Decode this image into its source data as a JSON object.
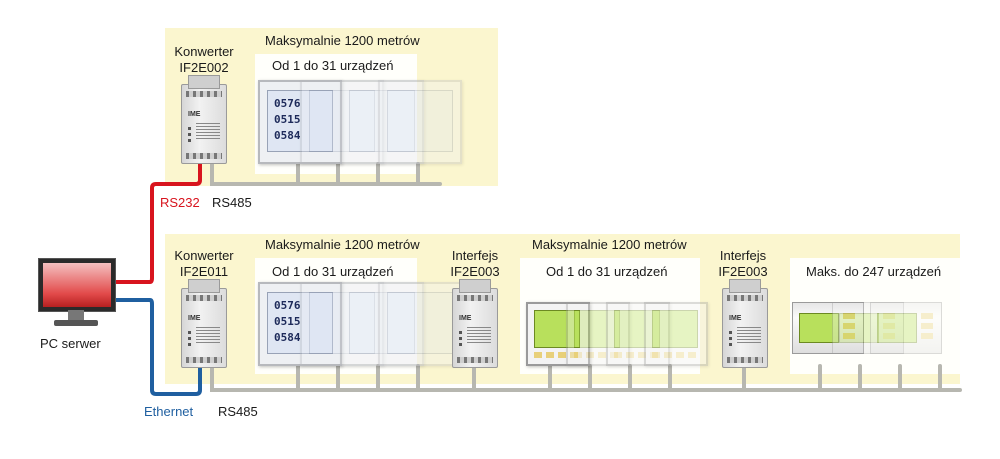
{
  "pc": {
    "label": "PC serwer"
  },
  "links": {
    "rs232": "RS232",
    "ethernet": "Ethernet"
  },
  "bus": {
    "top_label": "RS485",
    "bottom_label": "RS485"
  },
  "colors": {
    "rs232": "#d8141e",
    "ethernet": "#1f5fa0",
    "zone": "#fbf6cf",
    "cable": "#b7b7b0"
  },
  "top_row": {
    "zone_title": "Maksymalnie 1200 metrów",
    "converter": {
      "line1": "Konwerter",
      "line2": "IF2E002"
    },
    "devices_caption": "Od 1 do 31 urządzeń"
  },
  "bottom_row": {
    "segment1": {
      "zone_title": "Maksymalnie 1200 metrów",
      "converter": {
        "line1": "Konwerter",
        "line2": "IF2E011"
      },
      "devices_caption": "Od 1 do 31 urządzeń"
    },
    "segment2": {
      "zone_title": "Maksymalnie 1200 metrów",
      "interface": {
        "line1": "Interfejs",
        "line2": "IF2E003"
      },
      "devices_caption": "Od 1 do 31 urządzeń"
    },
    "segment3": {
      "interface": {
        "line1": "Interfejs",
        "line2": "IF2E003"
      },
      "devices_caption": "Maks. do 247 urządzeń"
    }
  },
  "meter_display": {
    "r1": "0576",
    "r2": "0515",
    "r3": "0584"
  }
}
